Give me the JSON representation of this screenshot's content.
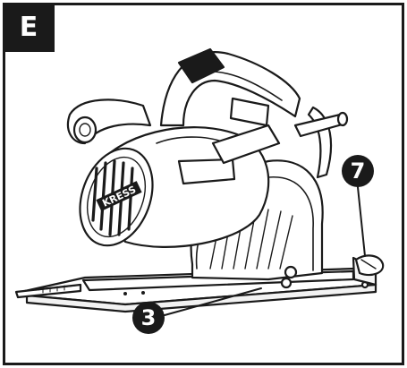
{
  "section_label": "E",
  "brand_mark": "KRESS",
  "callouts": [
    {
      "number": "7",
      "target": "bevel-lock-knob"
    },
    {
      "number": "3",
      "target": "base-plate"
    }
  ]
}
